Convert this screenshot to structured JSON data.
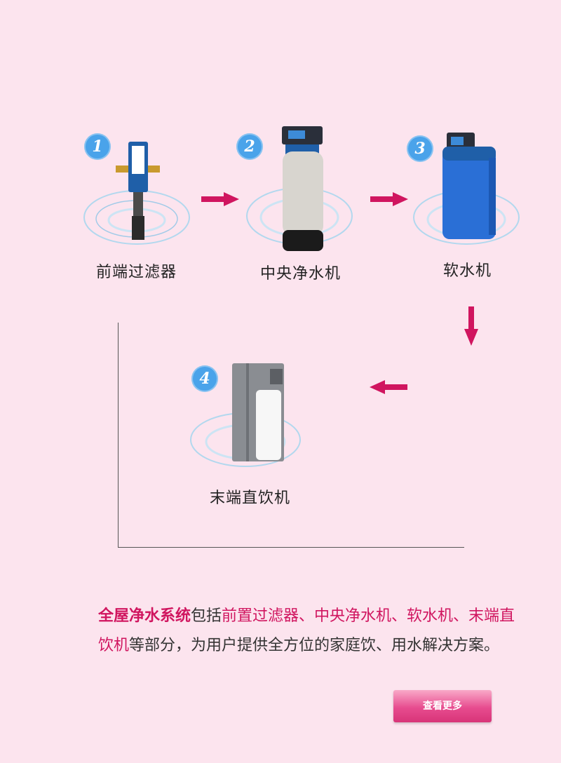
{
  "steps": [
    {
      "number": "1",
      "label": "前端过滤器",
      "image": "pre-filter-product"
    },
    {
      "number": "2",
      "label": "中央净水机",
      "image": "central-purifier-product"
    },
    {
      "number": "3",
      "label": "软水机",
      "image": "water-softener-product"
    },
    {
      "number": "4",
      "label": "末端直饮机",
      "image": "drinking-machine-product"
    }
  ],
  "description": {
    "part1": "全屋净水系统",
    "part2": "包括",
    "part3": "前置过滤器、中央净水机、软水机、",
    "part4": "末端直饮机",
    "part5": "等部分，为用户提供全方位的家庭饮、用水解决方案。"
  },
  "more_button": "查看更多",
  "colors": {
    "background": "#fce4ee",
    "accent": "#d0155f",
    "badge": "#4aa3ea"
  }
}
